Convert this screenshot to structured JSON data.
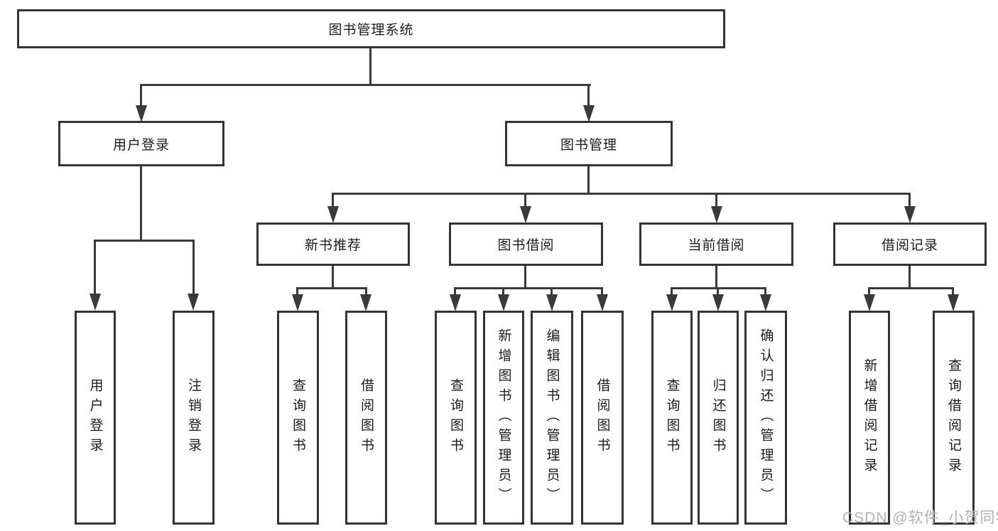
{
  "root": {
    "label": "图书管理系统"
  },
  "branches": [
    {
      "label": "用户登录",
      "children": [
        {
          "label": "用户登录"
        },
        {
          "label": "注销登录"
        }
      ]
    },
    {
      "label": "图书管理",
      "children": [
        {
          "label": "新书推荐",
          "children": [
            {
              "label": "查询图书"
            },
            {
              "label": "借阅图书"
            }
          ]
        },
        {
          "label": "图书借阅",
          "children": [
            {
              "label": "查询图书"
            },
            {
              "label": "新增图书（管理员）"
            },
            {
              "label": "编辑图书（管理员）"
            },
            {
              "label": "借阅图书"
            }
          ]
        },
        {
          "label": "当前借阅",
          "children": [
            {
              "label": "查询图书"
            },
            {
              "label": "归还图书"
            },
            {
              "label": "确认归还（管理员）"
            }
          ]
        },
        {
          "label": "借阅记录",
          "children": [
            {
              "label": "新增借阅记录"
            },
            {
              "label": "查询借阅记录"
            }
          ]
        }
      ]
    }
  ],
  "watermark": {
    "text": "CSDN @软件_小贺同学"
  },
  "colors": {
    "line": "#3a3a3a",
    "box_border": "#343434",
    "text": "#1c1c1c",
    "watermark": "#b2b2b2",
    "background": "#ffffff"
  }
}
